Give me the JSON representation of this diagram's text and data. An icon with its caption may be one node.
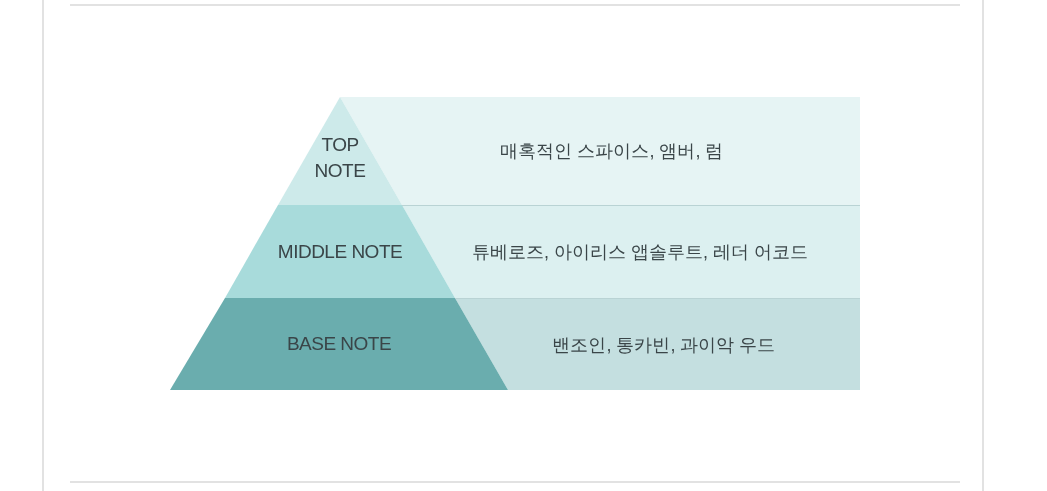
{
  "diagram": {
    "nodes": [
      {
        "text": [
          "TOP NOTE"
        ]
      },
      {
        "text": [
          "매혹적인 스파이스, 앰버, 럼"
        ]
      },
      {
        "text": [
          "MIDDLE NOTE"
        ]
      },
      {
        "text": [
          "튜베로즈, 아이리스 앱솔루트, 레더 어코드"
        ]
      },
      {
        "text": [
          "BASE NOTE"
        ]
      },
      {
        "text": [
          "밴조인, 통카빈, 과이악 우드"
        ]
      }
    ]
  }
}
